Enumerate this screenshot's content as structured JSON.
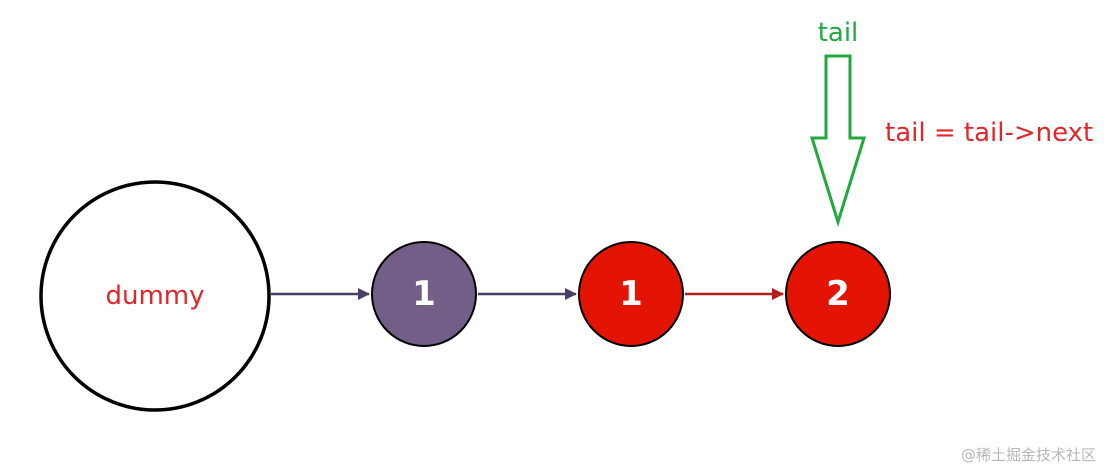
{
  "colors": {
    "dummy_stroke": "#000000",
    "dummy_text": "#e0262a",
    "purple_node": "#735e88",
    "red_node": "#e31403",
    "node_text": "#ffffff",
    "purple_arrow": "#4b3f63",
    "red_arrow": "#b01b1b",
    "tail_green": "#21a83f",
    "assign_text": "#e0262a"
  },
  "nodes": [
    {
      "id": "dummy",
      "label": "dummy",
      "kind": "dummy"
    },
    {
      "id": "n1",
      "label": "1",
      "kind": "purple"
    },
    {
      "id": "n2",
      "label": "1",
      "kind": "red"
    },
    {
      "id": "n3",
      "label": "2",
      "kind": "red"
    }
  ],
  "edges": [
    {
      "from": "dummy",
      "to": "n1",
      "kind": "purple"
    },
    {
      "from": "n1",
      "to": "n2",
      "kind": "purple"
    },
    {
      "from": "n2",
      "to": "n3",
      "kind": "red"
    }
  ],
  "pointer": {
    "label": "tail",
    "target": "n3",
    "arrow_icon": "hollow-down-arrow-icon"
  },
  "annotation": {
    "text": "tail = tail->next"
  },
  "watermark": {
    "text": "@稀土掘金技术社区"
  }
}
